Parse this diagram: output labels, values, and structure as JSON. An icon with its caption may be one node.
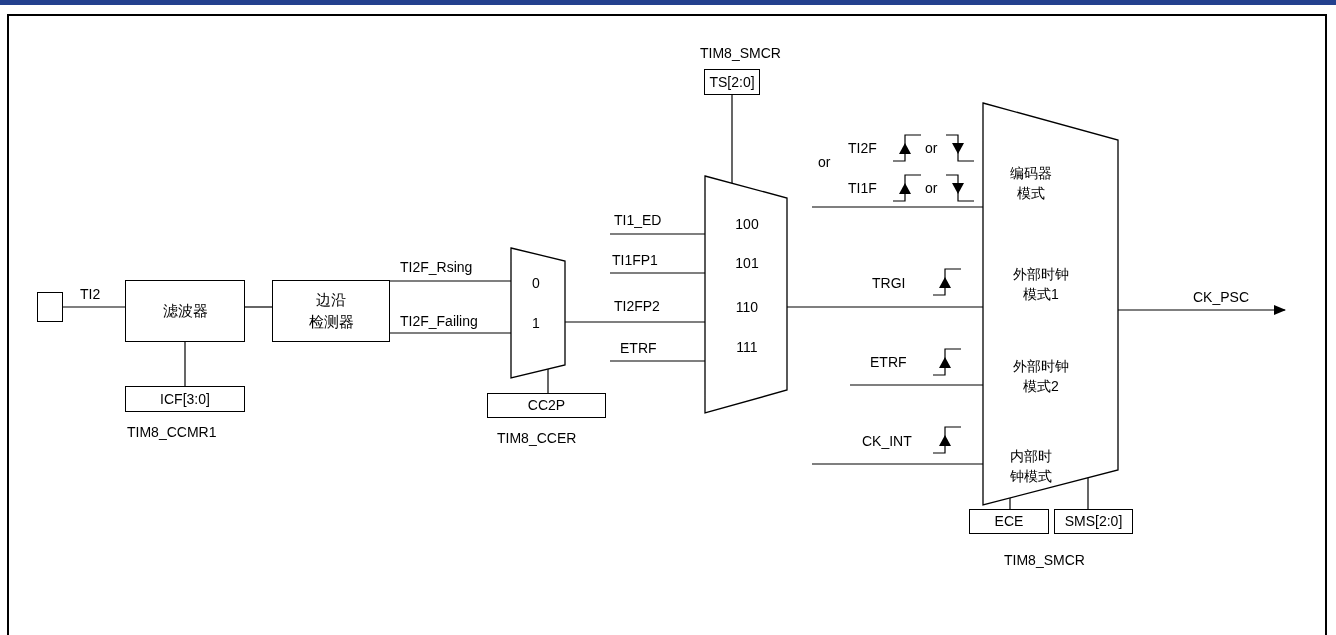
{
  "diagram": {
    "nodes": [
      {
        "text": [],
        "shape": "box"
      },
      {
        "text": [
          "滤波器"
        ]
      },
      {
        "text": [
          "边沿检测器"
        ]
      },
      {
        "text": [
          "0",
          "1"
        ]
      },
      {
        "text": [
          "CC2P"
        ],
        "beside": [
          "TIM8_CCER"
        ]
      },
      {
        "text": [
          "ICF[3:0]"
        ],
        "beside": [
          "TIM8_CCMR1"
        ]
      },
      {
        "text": [
          "100",
          "101",
          "110",
          "111"
        ]
      },
      {
        "text": [
          "TS[2:0]"
        ],
        "beside": [
          "TIM8_SMCR"
        ]
      },
      {
        "text": [
          "编码器模式",
          "外部时钟模式1",
          "外部时钟模式2",
          "内部时钟模式"
        ]
      },
      {
        "text": [
          "ECE"
        ]
      },
      {
        "text": [
          "SMS[2:0]"
        ]
      }
    ],
    "edges": [
      {
        "from": 0,
        "to": 1,
        "arrow": "none",
        "label": "TI2"
      },
      {
        "from": 1,
        "to": 2,
        "arrow": "none"
      },
      {
        "from": 2,
        "to": 3,
        "arrow": "none",
        "label": "TI2F_Rsing"
      },
      {
        "from": 2,
        "to": 3,
        "arrow": "none",
        "label": "TI2F_Failing"
      },
      {
        "from": 5,
        "to": 1,
        "arrow": "none"
      },
      {
        "from": 4,
        "to": 3,
        "arrow": "none"
      },
      {
        "from": 3,
        "to": 6,
        "arrow": "none",
        "label": "TI2FP2"
      },
      {
        "from": null,
        "to": 6,
        "arrow": "none",
        "label": "TI1_ED"
      },
      {
        "from": null,
        "to": 6,
        "arrow": "none",
        "label": "TI1FP1"
      },
      {
        "from": null,
        "to": 6,
        "arrow": "none",
        "label": "ETRF"
      },
      {
        "from": 7,
        "to": 6,
        "arrow": "none"
      },
      {
        "from": 6,
        "to": 8,
        "arrow": "none",
        "label": "TRGI"
      },
      {
        "from": null,
        "to": 8,
        "arrow": "none"
      },
      {
        "from": null,
        "to": 8,
        "arrow": "none",
        "label": "ETRF"
      },
      {
        "from": null,
        "to": 8,
        "arrow": "none",
        "label": "CK_INT"
      },
      {
        "from": 8,
        "to": null,
        "arrow": "to",
        "label": "CK_PSC"
      },
      {
        "from": 9,
        "to": 8,
        "arrow": "none"
      },
      {
        "from": 10,
        "to": 8,
        "arrow": "none"
      }
    ],
    "labels": [
      "TI2F",
      "or",
      "or",
      "TI1F",
      "or",
      "TIM8_SMCR"
    ]
  }
}
